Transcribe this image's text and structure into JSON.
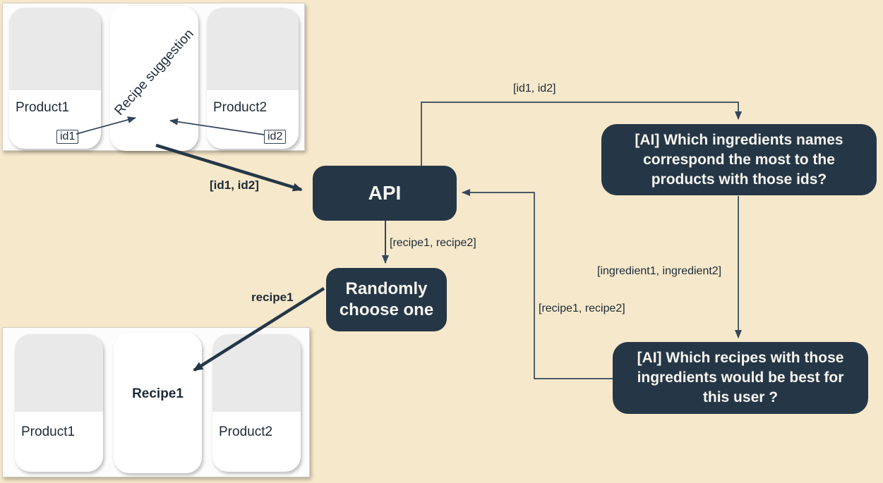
{
  "colors": {
    "background": "#f6e8ca",
    "node_fill": "#253747",
    "node_text": "#f7f5ef",
    "line": "#33465a",
    "card_placeholder": "#e9e9e9",
    "panel_fill": "#fcfcfc"
  },
  "top_panel": {
    "cards": [
      {
        "label": "Product1"
      },
      {
        "label": "Recipe suggestion"
      },
      {
        "label": "Product2"
      }
    ],
    "id_tags": [
      {
        "label": "id1"
      },
      {
        "label": "id2"
      }
    ]
  },
  "bottom_panel": {
    "cards": [
      {
        "label": "Product1"
      },
      {
        "label": "Recipe1"
      },
      {
        "label": "Product2"
      }
    ]
  },
  "nodes": {
    "api": "API",
    "random": "Randomly choose one",
    "ai_ingredients": "[AI] Which ingredients names correspond the most to the products with those ids?",
    "ai_recipes": "[AI] Which recipes with those ingredients would be best for this user ?"
  },
  "edge_labels": {
    "ids_to_api": "[id1, id2]",
    "ids_to_ai": "[id1, id2]",
    "recipes_from_api": "[recipe1, recipe2]",
    "ingredients_to_ai": "[ingredient1, ingredient2]",
    "recipes_to_api": "[recipe1, recipe2]",
    "recipe1": "recipe1"
  }
}
